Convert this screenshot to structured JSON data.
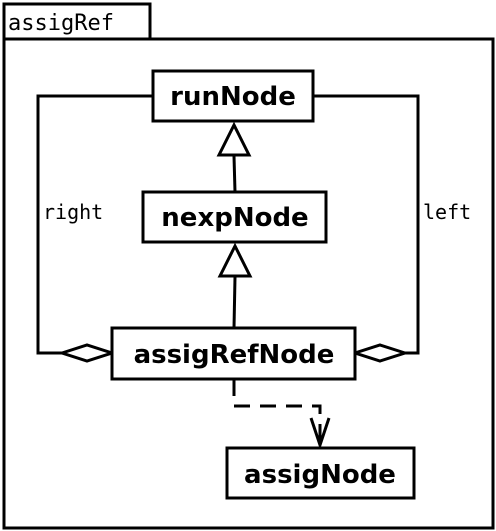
{
  "package": {
    "name": "assigRef"
  },
  "classes": {
    "run_node": "runNode",
    "nexp_node": "nexpNode",
    "assig_ref_node": "assigRefNode",
    "assig_node": "assigNode"
  },
  "associations": {
    "right_label": "right",
    "left_label": "left"
  }
}
